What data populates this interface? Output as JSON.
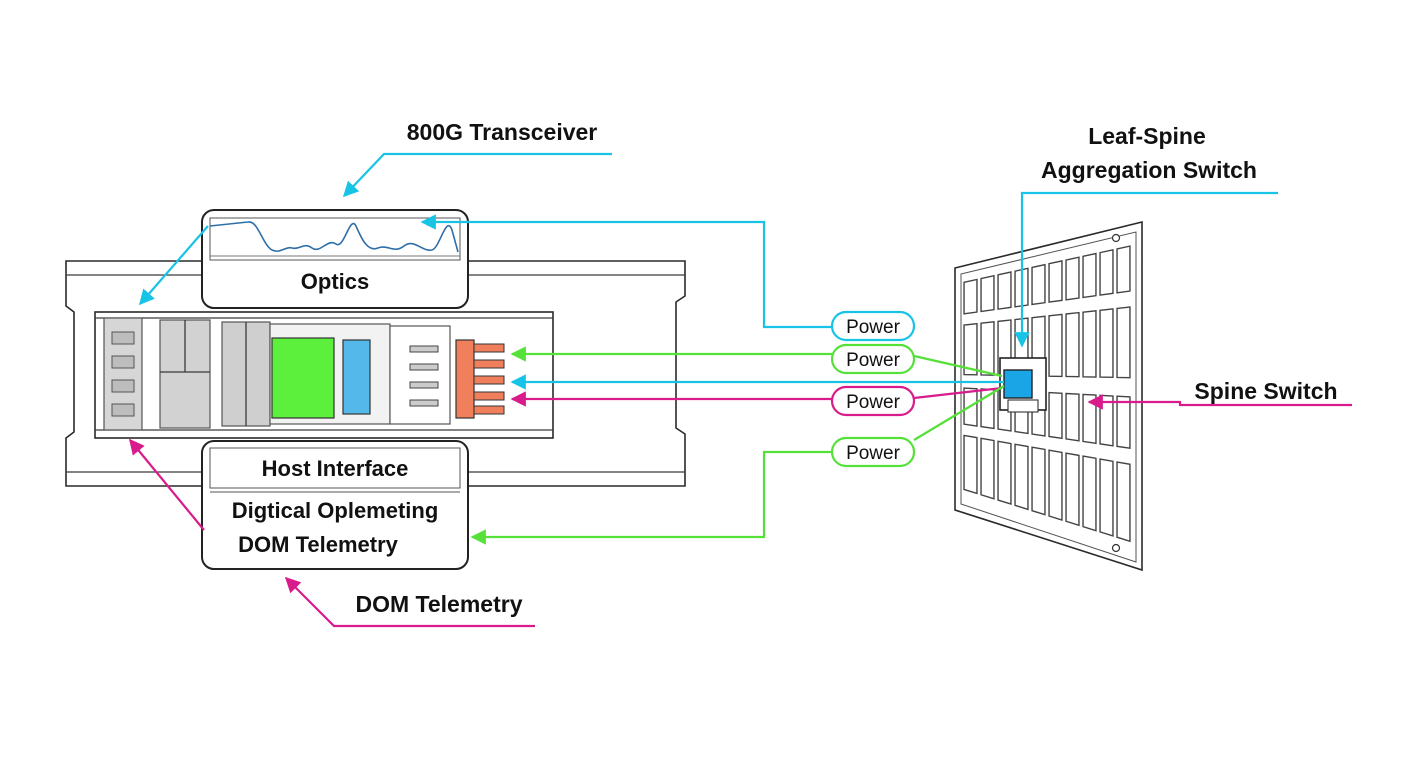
{
  "labels": {
    "transceiver": "800G Transceiver",
    "optics": "Optics",
    "host_interface": "Host Interface",
    "digital_line1": "Digtical Oplemeting",
    "digital_line2": "DOM Telemetry",
    "dom_telemetry": "DOM Telemetry",
    "leaf_spine_line1": "Leaf-Spine",
    "leaf_spine_line2": "Aggregation Switch",
    "spine_switch": "Spine Switch"
  },
  "power_pills": [
    {
      "label": "Power",
      "color": "#18c4e6"
    },
    {
      "label": "Power",
      "color": "#55e03a"
    },
    {
      "label": "Power",
      "color": "#d81c8c"
    },
    {
      "label": "Power",
      "color": "#55e03a"
    }
  ],
  "colors": {
    "cyan": "#18c4e6",
    "green": "#55e03a",
    "magenta": "#d81c8c",
    "module_green": "#5cf03c",
    "module_blue": "#54b8ea",
    "contact_orange": "#f0805c",
    "port_blue": "#1aa6e6"
  }
}
